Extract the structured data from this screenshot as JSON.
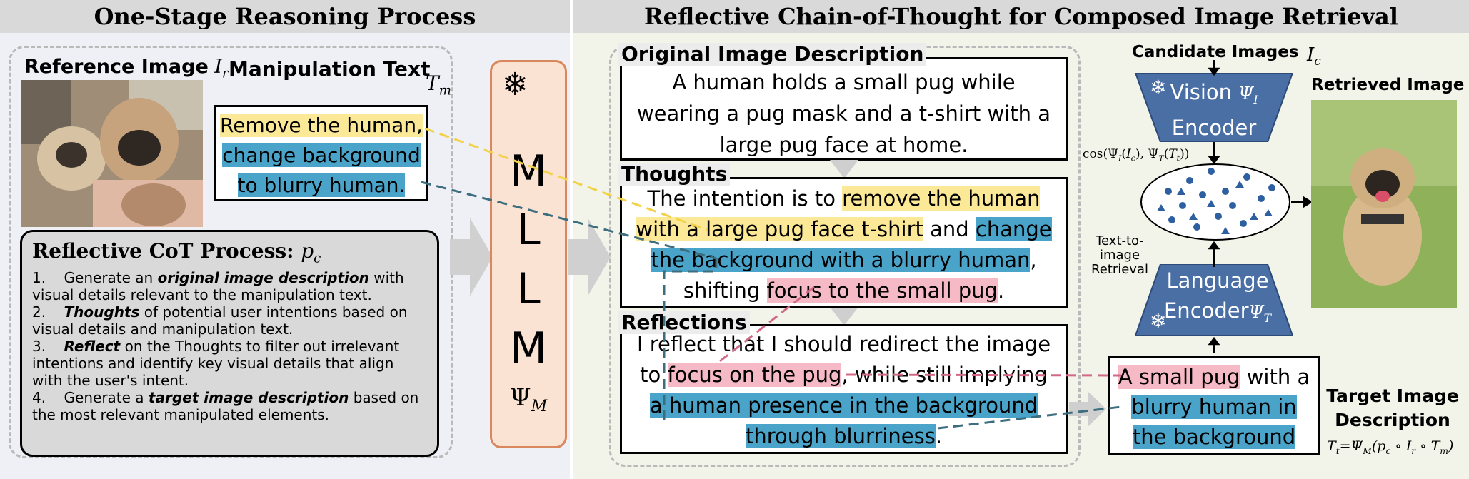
{
  "left": {
    "title": "One-Stage Reasoning Process",
    "reference_label": "Reference Image",
    "reference_symbol": "I",
    "reference_sub": "r",
    "manip_label": "Manipulation Text",
    "manip_symbol": "T",
    "manip_sub": "m",
    "manip_text": {
      "p1": "Remove the human,",
      "p2": "change background",
      "p3": "to blurry human."
    },
    "cot_title": "Reflective CoT Process:",
    "cot_symbol": "p",
    "cot_sub": "c",
    "steps": [
      {
        "n": "1.",
        "a": "Generate an ",
        "b": "original image description",
        "c": " with visual details relevant to the manipulation text."
      },
      {
        "n": "2.",
        "a": "",
        "b": "Thoughts",
        "c": " of potential user intentions based on visual details and manipulation text."
      },
      {
        "n": "3.",
        "a": "",
        "b": "Reflect",
        "c": " on the Thoughts to filter out irrelevant intentions and identify key visual details that align with the user's intent."
      },
      {
        "n": "4.",
        "a": "Generate a ",
        "b": "target image description",
        "c": " based on the most relevant manipulated elements."
      }
    ]
  },
  "mllm": {
    "letters": [
      "M",
      "L",
      "L",
      "M"
    ],
    "psi": "Ψ",
    "sub": "M",
    "icon": "snowflake-icon"
  },
  "right": {
    "title": "Reflective Chain-of-Thought for Composed Image Retrieval",
    "orig_label": "Original Image Description",
    "orig_text": "A human holds a small pug while wearing a pug mask and a t-shirt with a large pug face at home.",
    "thoughts_label": "Thoughts",
    "thoughts": {
      "a": "The intention is to ",
      "b": "remove the human",
      "c": "with a large pug face t-shirt",
      "d": " and ",
      "e": "change",
      "f": "the background with a blurry human",
      "g": ",",
      "h": "shifting ",
      "i": "focus to the small pug",
      "j": "."
    },
    "reflections_label": "Reflections",
    "reflections": {
      "a": "I reflect that I should redirect the image",
      "b": "to ",
      "c": "focus  on the pug",
      "d": ", while still implying",
      "e": "a human presence in the background",
      "f": "through blurriness",
      "g": "."
    },
    "candidate_label": "Candidate Images",
    "candidate_symbol": "I",
    "candidate_sub": "c",
    "vision_encoder": {
      "l1": "Vision",
      "l2": "Encoder",
      "psi": "Ψ",
      "sub": "I"
    },
    "language_encoder": {
      "l1": "Language",
      "l2": "Encoder",
      "psi": "Ψ",
      "sub": "T"
    },
    "cos_formula": "cos(Ψ",
    "retrieval_label": {
      "l1": "Text-to-image",
      "l2": "Retrieval"
    },
    "retrieved_label": "Retrieved Image",
    "target_desc": {
      "a": "A small pug",
      "b": " with a",
      "c": "blurry human in",
      "d": "the background"
    },
    "target_label": {
      "l1": "Target Image",
      "l2": "Description"
    },
    "target_formula": "T",
    "target_formula_sub": "t"
  },
  "colors": {
    "yellow": "#fce997",
    "blue": "#4aa3c9",
    "pink": "#f6b9c6",
    "encoder": "#4a6fa5",
    "mllm_fill": "#fbe3d3",
    "mllm_border": "#d9875c"
  }
}
